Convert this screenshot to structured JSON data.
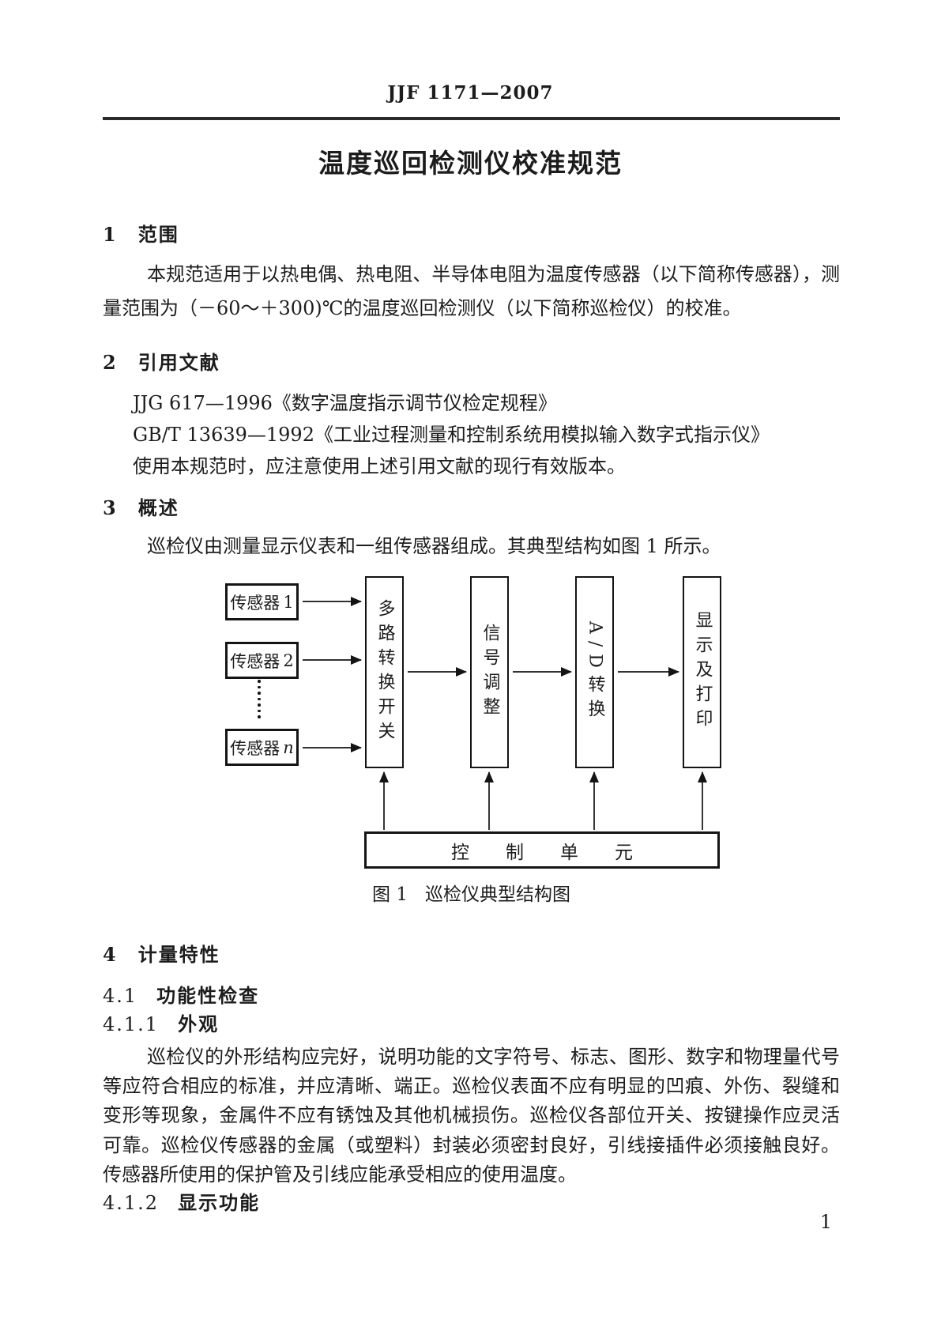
{
  "page": {
    "header_code": "JJF 1171—2007",
    "title": "温度巡回检测仪校准规范",
    "page_number": "1"
  },
  "colors": {
    "text": "#1c1c1c",
    "background": "#ffffff",
    "rule": "#2b2b2b"
  },
  "sections": {
    "s1": {
      "no": "1",
      "label": "范围",
      "body": "本规范适用于以热电偶、热电阻、半导体电阻为温度传感器（以下简称传感器），测量范围为（－60～＋300)℃的温度巡回检测仪（以下简称巡检仪）的校准。"
    },
    "s2": {
      "no": "2",
      "label": "引用文献",
      "refs": [
        "JJG 617—1996《数字温度指示调节仪检定规程》",
        "GB/T 13639—1992《工业过程测量和控制系统用模拟输入数字式指示仪》",
        "使用本规范时，应注意使用上述引用文献的现行有效版本。"
      ]
    },
    "s3": {
      "no": "3",
      "label": "概述",
      "body": "巡检仪由测量显示仪表和一组传感器组成。其典型结构如图 1 所示。"
    },
    "s4": {
      "no": "4",
      "label": "计量特性"
    },
    "s41": {
      "no": "4.1",
      "label": "功能性检查"
    },
    "s411": {
      "no": "4.1.1",
      "label": "外观",
      "body": "巡检仪的外形结构应完好，说明功能的文字符号、标志、图形、数字和物理量代号等应符合相应的标准，并应清晰、端正。巡检仪表面不应有明显的凹痕、外伤、裂缝和变形等现象，金属件不应有锈蚀及其他机械损伤。巡检仪各部位开关、按键操作应灵活可靠。巡检仪传感器的金属（或塑料）封装必须密封良好，引线接插件必须接触良好。传感器所使用的保护管及引线应能承受相应的使用温度。"
    },
    "s412": {
      "no": "4.1.2",
      "label": "显示功能"
    }
  },
  "figure": {
    "caption_no": "图 1",
    "caption_text": "巡检仪典型结构图",
    "sensors": [
      {
        "prefix": "传感器",
        "sub": "1"
      },
      {
        "prefix": "传感器",
        "sub": "2"
      },
      {
        "prefix": "传感器",
        "sub": "n"
      }
    ],
    "stages": [
      "多路转换开关",
      "信号调整",
      "A/D转换",
      "显示及打印"
    ],
    "control": "控制单元"
  }
}
